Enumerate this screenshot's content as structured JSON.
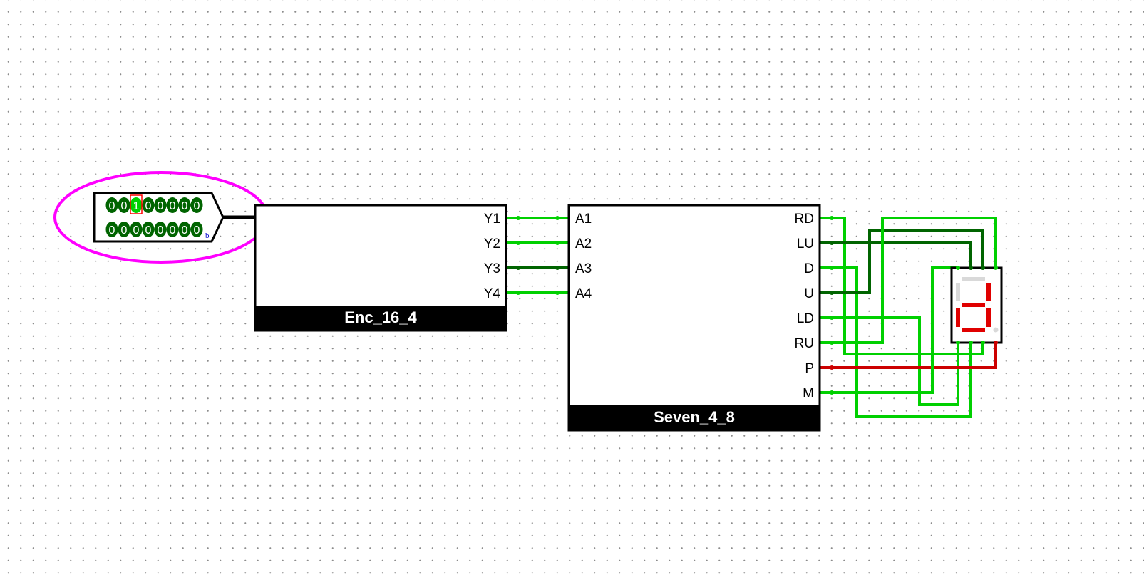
{
  "input_pin": {
    "row1_bits": [
      "0",
      "0",
      "1",
      "0",
      "0",
      "0",
      "0",
      "0"
    ],
    "row2_bits": [
      "0",
      "0",
      "0",
      "0",
      "0",
      "0",
      "0",
      "0"
    ],
    "radix": "b"
  },
  "encoder": {
    "title": "Enc_16_4",
    "outputs": [
      "Y1",
      "Y2",
      "Y3",
      "Y4"
    ]
  },
  "seven_decoder": {
    "title": "Seven_4_8",
    "inputs": [
      "A1",
      "A2",
      "A3",
      "A4"
    ],
    "outputs": [
      "RD",
      "LU",
      "D",
      "U",
      "LD",
      "RU",
      "P",
      "M"
    ]
  },
  "colors": {
    "wire_on": "#00d000",
    "wire_off": "#006400",
    "wire_error": "#cc0000",
    "highlight": "#ff00ff",
    "segment_on": "#e00000",
    "segment_off": "#d9d9d9"
  },
  "display": {
    "segments_on": [
      "top-right",
      "middle",
      "bottom-left",
      "bottom",
      "bottom-right"
    ],
    "segments_off": [
      "top",
      "top-left"
    ],
    "dp_on": false
  }
}
